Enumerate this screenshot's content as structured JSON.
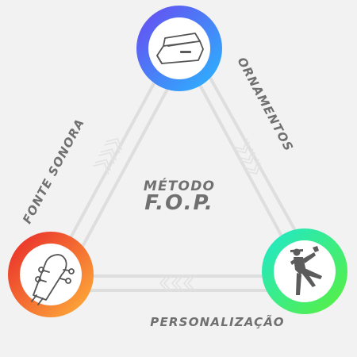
{
  "diagram": {
    "center_line1": "MÉTODO",
    "center_line2": "F.O.P.",
    "labels": {
      "left": "FONTE SONORA",
      "right": "ORNAMENTOS",
      "bottom": "PERSONALIZAÇÃO"
    },
    "nodes": {
      "top": {
        "icon": "wah-pedal-icon",
        "gradient": [
          "#6a48f0",
          "#28b8ff"
        ]
      },
      "left": {
        "icon": "guitar-headstock-icon",
        "gradient": [
          "#e8262a",
          "#ffb43a"
        ]
      },
      "right": {
        "icon": "guitarist-silhouette-icon",
        "gradient": [
          "#1ee8d0",
          "#5af03a"
        ]
      }
    },
    "colors": {
      "background": "#f2f2f2",
      "text": "#707070",
      "track": "#dedede"
    }
  }
}
